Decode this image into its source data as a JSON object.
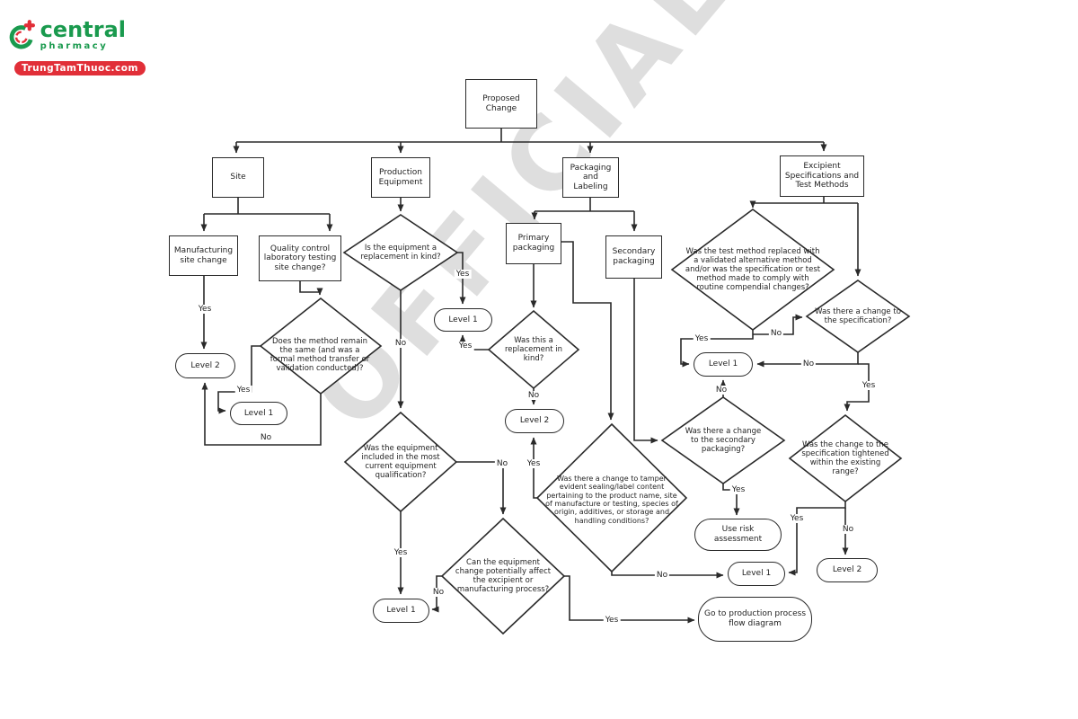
{
  "watermark": "OFFICIAL",
  "logo": {
    "brand": "central",
    "subtitle": "pharmacy",
    "badge": "TrungTamThuoc.com",
    "brand_color": "#1a9a4e",
    "badge_color": "#e12f38"
  },
  "labels": {
    "yes": "Yes",
    "no": "No"
  },
  "nodes": {
    "proposed_change": "Proposed Change",
    "site": "Site",
    "production_equipment": "Production Equipment",
    "packaging_labeling": "Packaging and Labeling",
    "excipient_specs": "Excipient Specifications and Test Methods",
    "manufacturing_site": "Manufacturing site change",
    "qc_lab": "Quality control laboratory testing site change?",
    "primary_packaging": "Primary packaging",
    "secondary_packaging": "Secondary packaging",
    "q_method_same": "Does the method remain the same (and was a formal method transfer or validation conducted)?",
    "q_equipment_replacement": "Is the equipment a replacement in kind?",
    "q_equipment_qualification": "Was the equipment included in the most current equipment qualification?",
    "q_equipment_affect": "Can the equipment change potentially affect the excipient or manufacturing process?",
    "q_pack_replacement": "Was this a replacement in kind?",
    "q_tamper": "Was there a change to tamper evident sealing/label content pertaining to the product name, site of manufacture or testing, species of origin, additives, or storage and handling conditions?",
    "q_test_method": "Was the test method replaced with a validated alternative method and/or was the specification or test method made to comply with routine compendial changes?",
    "q_spec_change": "Was there a change to the specification?",
    "q_secondary_change": "Was there a change to the secondary packaging?",
    "q_spec_tightened": "Was the change to the specification tightened within the existing range?",
    "level1": "Level 1",
    "level2": "Level 2",
    "use_risk": "Use risk assessment",
    "goto_flow": "Go to production process flow diagram"
  }
}
